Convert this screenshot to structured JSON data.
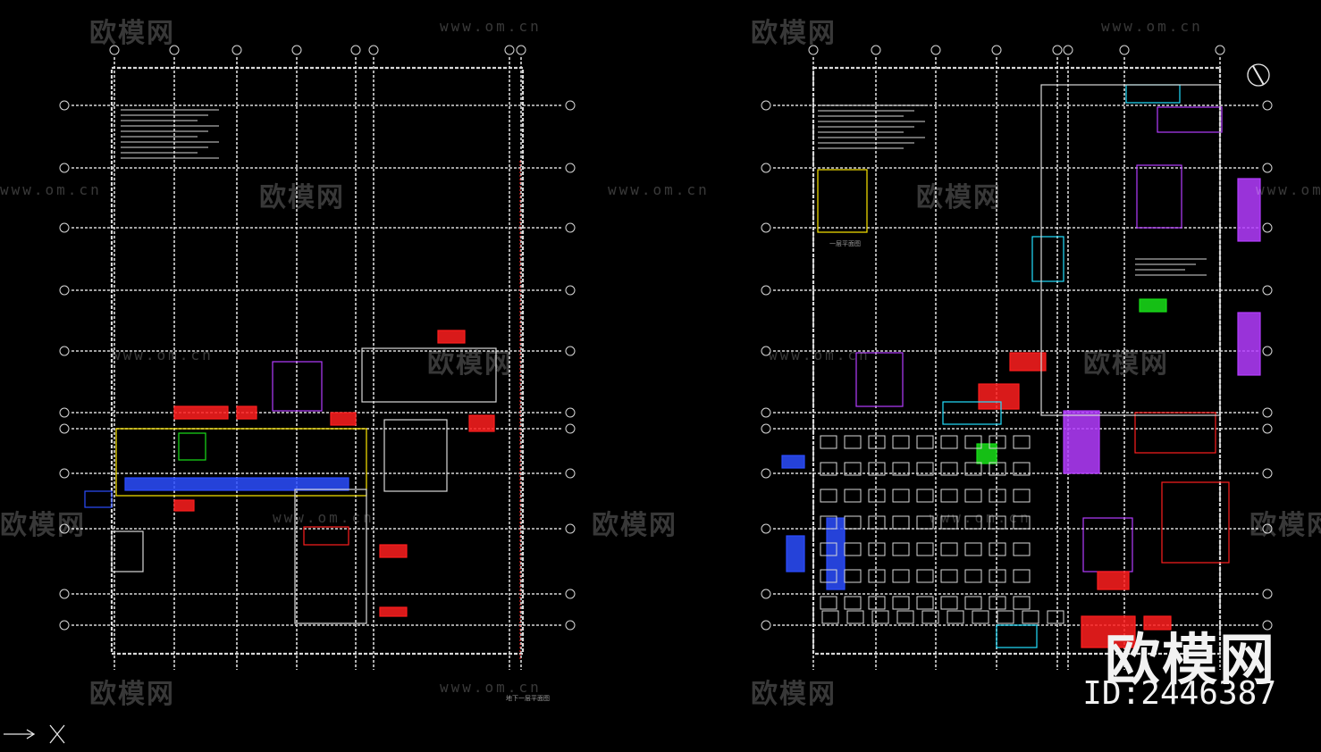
{
  "watermark": {
    "brand": "欧模网",
    "url": "www.om.cn",
    "id_text": "ID:2446387"
  },
  "drawing": {
    "left_caption": "地下一层平面图",
    "right_caption": "一层平面图",
    "colors": {
      "background": "#000000",
      "grid": "#d8d8d8",
      "red": "#ff1e1e",
      "yellow": "#ffe800",
      "blue": "#2b4dff",
      "magenta": "#b43cff",
      "cyan": "#22e0ff",
      "green": "#19e019"
    },
    "ucs_icon": "ucs-axis-icon",
    "north_icon": "north-arrow-icon"
  }
}
